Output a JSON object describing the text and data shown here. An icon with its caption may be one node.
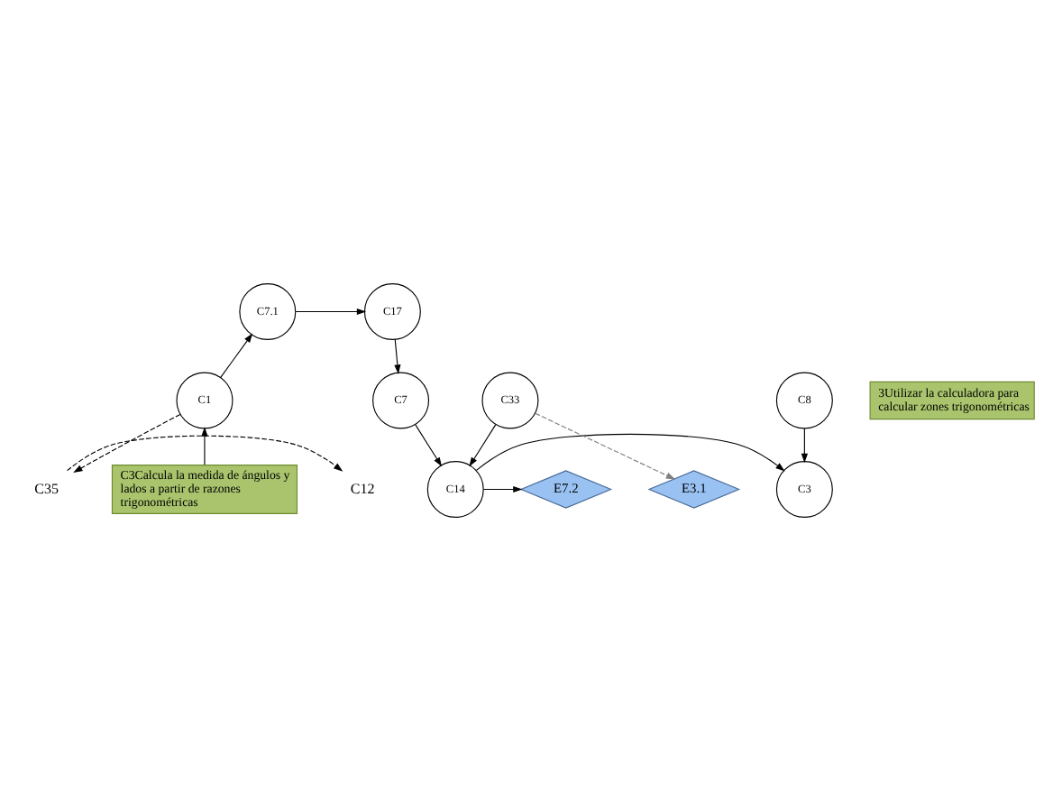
{
  "diagram": {
    "nodes": [
      {
        "text": [
          "C7.1"
        ]
      },
      {
        "text": [
          "C17"
        ]
      },
      {
        "text": [
          "C35"
        ]
      },
      {
        "text": [
          "C12"
        ]
      },
      {
        "text": [
          "C1"
        ]
      },
      {
        "text": [
          "C7"
        ]
      },
      {
        "text": [
          "C3Calcula la medida de ángulos y lados a partir de razones trigonométricas"
        ]
      },
      {
        "text": [
          "C3"
        ]
      },
      {
        "text": [
          "C14"
        ]
      },
      {
        "text": [
          "E7.2"
        ]
      },
      {
        "text": [
          "E3.1"
        ]
      },
      {
        "text": [
          "3Utilizar la calculadora para calcular zones trigonométricas"
        ]
      },
      {
        "text": [
          "C8"
        ]
      },
      {
        "text": [
          "C33"
        ]
      }
    ],
    "edges": [
      {
        "from": 4,
        "to": 0,
        "arrow": "to"
      },
      {
        "from": 0,
        "to": 1,
        "arrow": "to"
      },
      {
        "from": 1,
        "to": 5,
        "arrow": "to"
      },
      {
        "from": 5,
        "to": 8,
        "arrow": "to"
      },
      {
        "from": 8,
        "to": 7,
        "arrow": "to"
      },
      {
        "from": 8,
        "to": 9,
        "arrow": "to"
      },
      {
        "from": 13,
        "to": 8,
        "arrow": "to"
      },
      {
        "from": 13,
        "to": 10,
        "arrow": "to",
        "style": "dashed",
        "color": "#808080"
      },
      {
        "from": 12,
        "to": 7,
        "arrow": "to"
      },
      {
        "from": 6,
        "to": 4,
        "arrow": "to"
      },
      {
        "from": 4,
        "to": 2,
        "arrow": "to",
        "style": "dashed"
      },
      {
        "from": 2,
        "to": 3,
        "arrow": "to",
        "style": "dashed"
      }
    ]
  }
}
